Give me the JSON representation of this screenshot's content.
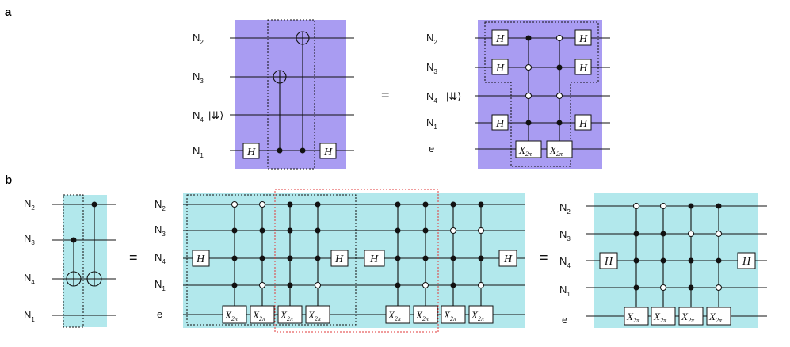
{
  "colors": {
    "purple": "#a99cf2",
    "cyan": "#b2e8ec",
    "red_box": "#e03a3a"
  },
  "panel_a": {
    "letter": "a",
    "equals": "=",
    "left_labels": [
      {
        "main": "N",
        "sub": "2"
      },
      {
        "main": "N",
        "sub": "3"
      },
      {
        "main": "N",
        "sub": "4"
      },
      {
        "main": "N",
        "sub": "1"
      }
    ],
    "left_ket": "|⇊⟩",
    "right_labels": [
      {
        "main": "N",
        "sub": "2"
      },
      {
        "main": "N",
        "sub": "3"
      },
      {
        "main": "N",
        "sub": "4"
      },
      {
        "main": "N",
        "sub": "1"
      },
      {
        "main": "e",
        "sub": ""
      }
    ],
    "right_ket": "|⇊⟩"
  },
  "panel_b": {
    "letter": "b",
    "equals_1": "=",
    "equals_2": "=",
    "left_labels": [
      {
        "main": "N",
        "sub": "2"
      },
      {
        "main": "N",
        "sub": "3"
      },
      {
        "main": "N",
        "sub": "4"
      },
      {
        "main": "N",
        "sub": "1"
      }
    ],
    "mid_labels": [
      {
        "main": "N",
        "sub": "2"
      },
      {
        "main": "N",
        "sub": "3"
      },
      {
        "main": "N",
        "sub": "4"
      },
      {
        "main": "N",
        "sub": "1"
      },
      {
        "main": "e",
        "sub": ""
      }
    ],
    "right_labels": [
      {
        "main": "N",
        "sub": "2"
      },
      {
        "main": "N",
        "sub": "3"
      },
      {
        "main": "N",
        "sub": "4"
      },
      {
        "main": "N",
        "sub": "1"
      },
      {
        "main": "e",
        "sub": ""
      }
    ]
  },
  "gates": {
    "h": "H",
    "x_main": "X",
    "x_sub": "2π"
  }
}
